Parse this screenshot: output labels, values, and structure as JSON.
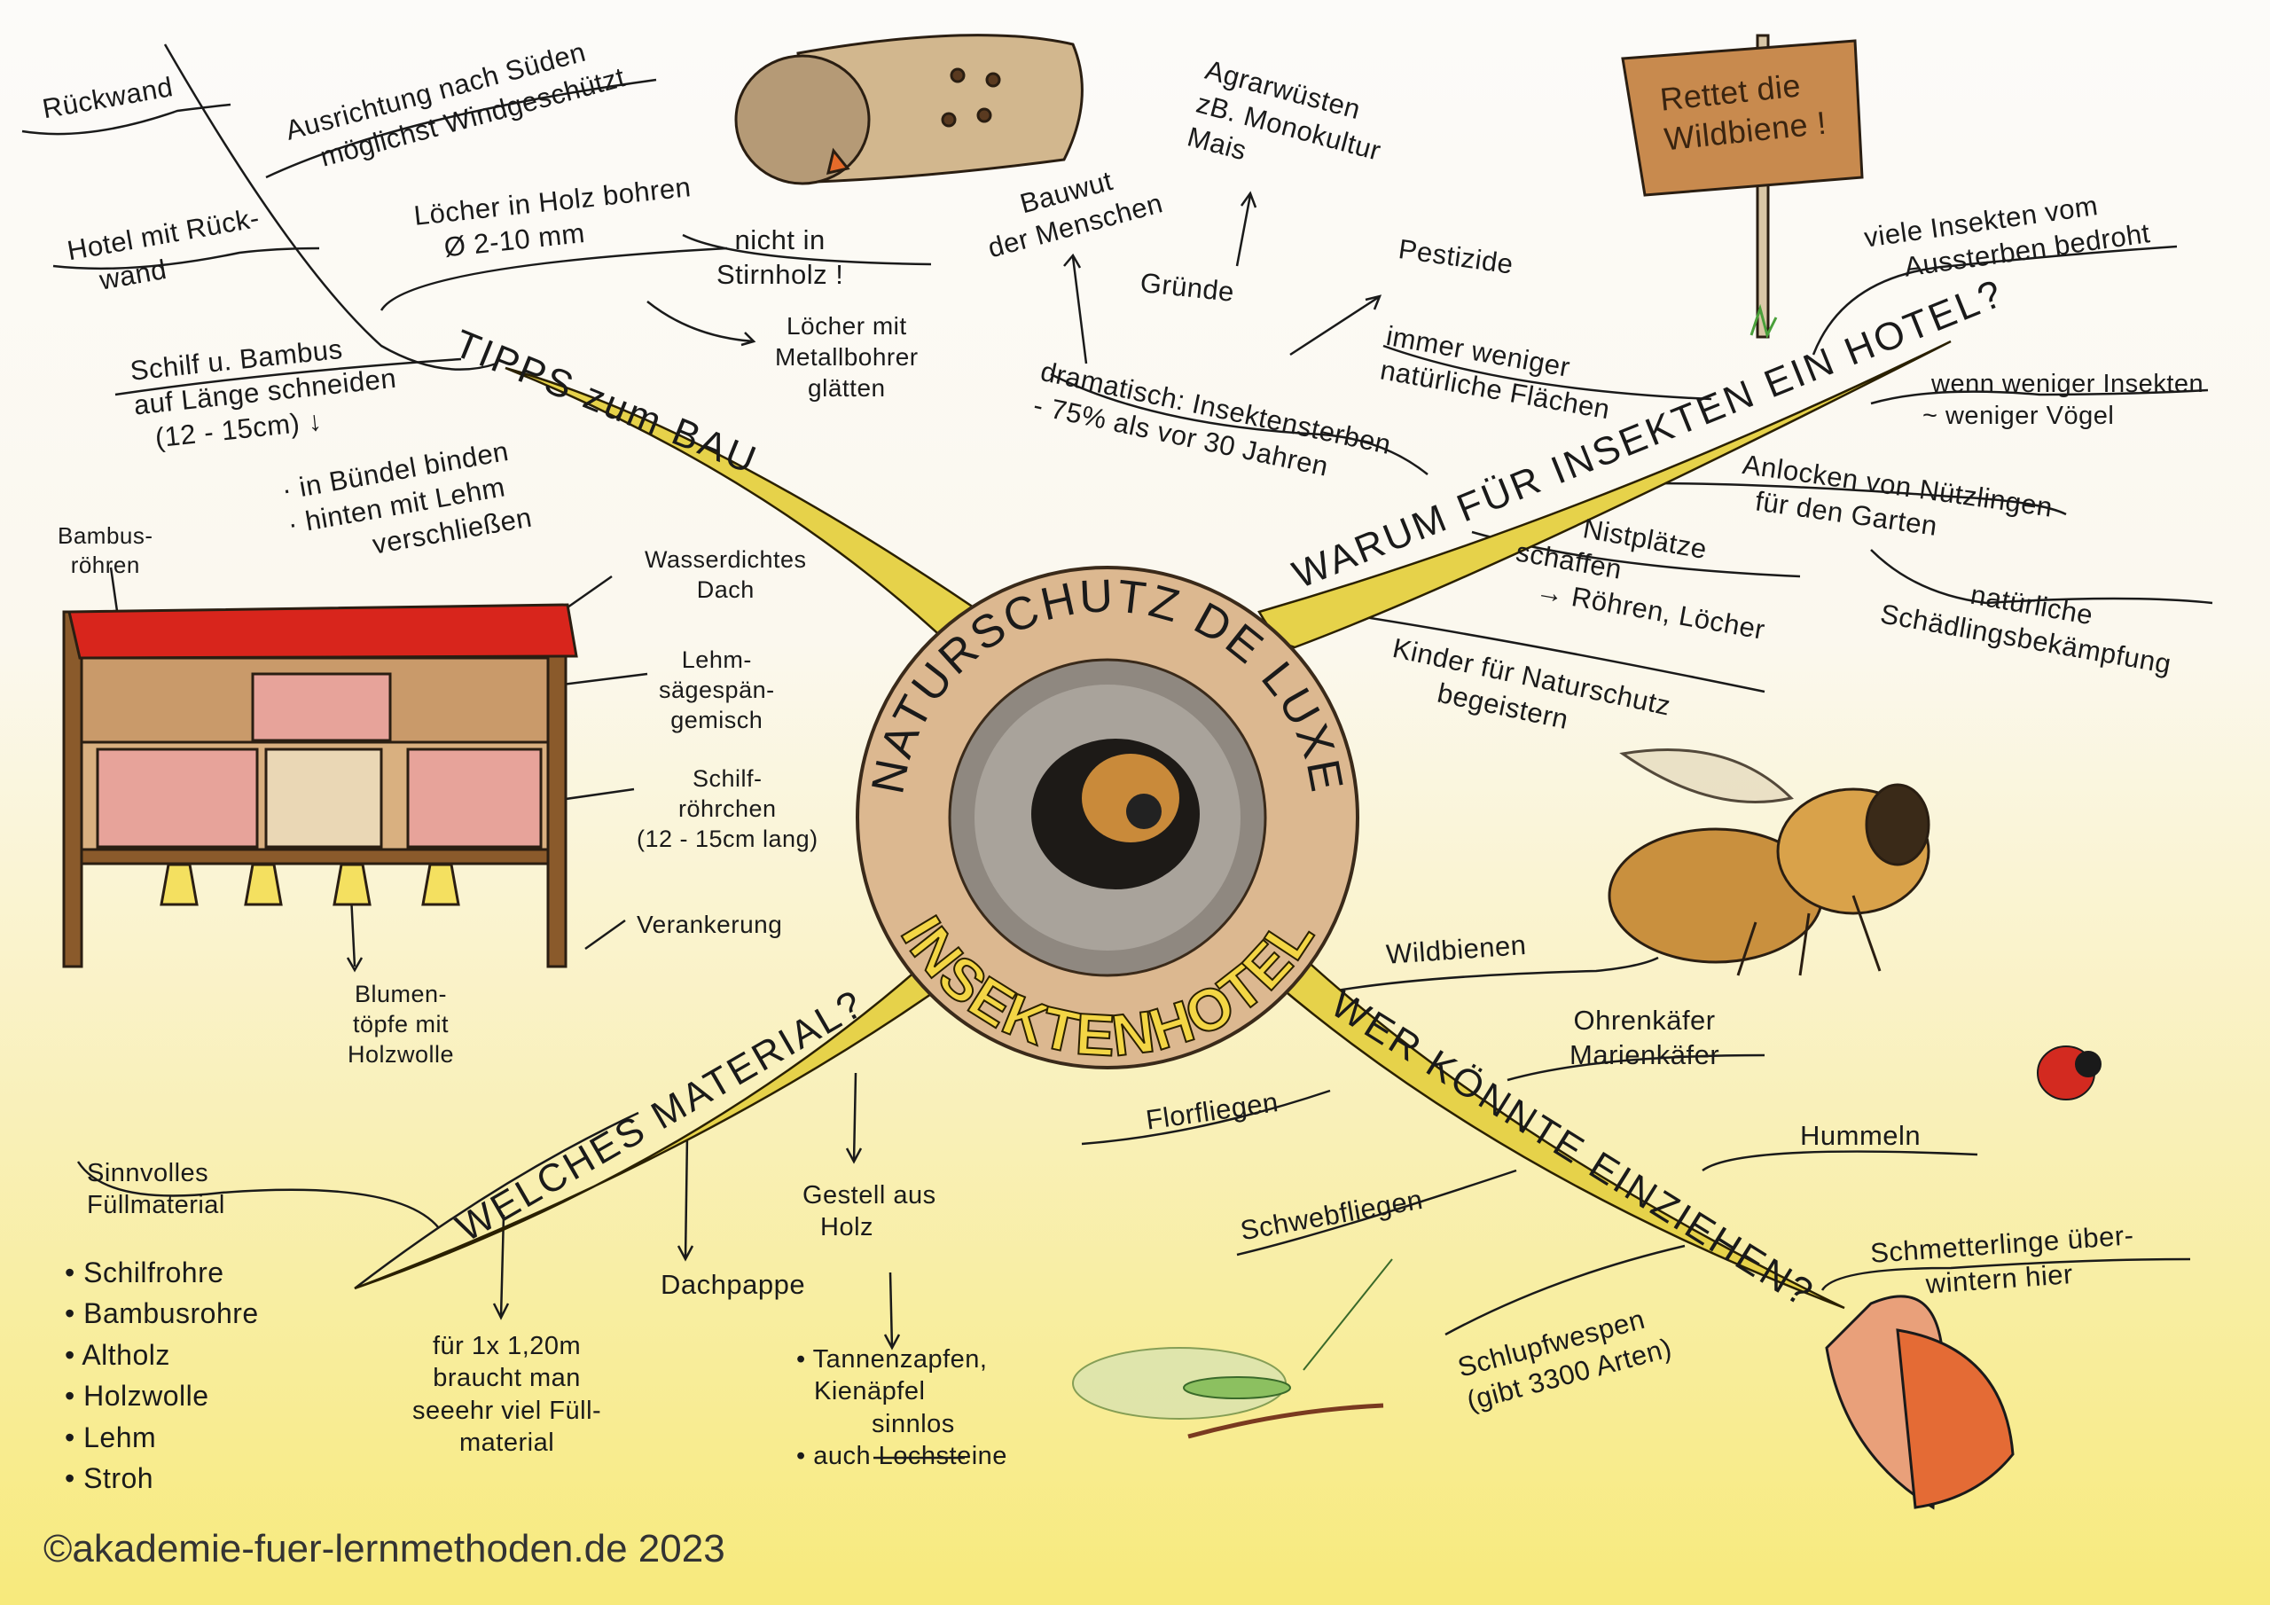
{
  "center": {
    "top_arc": "NATURSCHUTZ DE LUXE",
    "bottom_arc": "INSEKTENHOTEL"
  },
  "sign": {
    "line1": "Rettet die",
    "line2": "Wildbiene !"
  },
  "tipps": {
    "title": "TIPPS zum BAU",
    "rueckwand": "Rückwand",
    "ausrichtung": [
      "Ausrichtung nach Süden",
      "möglichst Windgeschützt"
    ],
    "hotel_rueckwand": [
      "Hotel mit Rück-",
      "wand"
    ],
    "loecher": [
      "Löcher in Holz bohren",
      "Ø 2-10 mm"
    ],
    "nicht_stirnholz": [
      "nicht in",
      "Stirnholz !"
    ],
    "metallbohrer": [
      "Löcher mit",
      "Metallbohrer",
      "glätten"
    ],
    "schilf": [
      "Schilf u. Bambus",
      "auf Länge schneiden",
      "(12 - 15cm) ↓"
    ],
    "buendel": [
      "· in Bündel binden",
      "· hinten mit Lehm",
      "verschließen"
    ],
    "bambusroehren": [
      "Bambus-",
      "röhren"
    ],
    "dach": [
      "Wasserdichtes",
      "Dach"
    ],
    "lehm": [
      "Lehm-",
      "sägespän-",
      "gemisch"
    ],
    "schilfroehrchen": [
      "Schilf-",
      "röhrchen",
      "(12 - 15cm lang)"
    ],
    "verankerung": "Verankerung",
    "blumentoepfe": [
      "Blumen-",
      "töpfe mit",
      "Holzwolle"
    ]
  },
  "warum": {
    "title": "WARUM FÜR INSEKTEN EIN HOTEL?",
    "agrar": [
      "Agrarwüsten",
      "zB. Monokultur",
      "Mais"
    ],
    "bauwut": [
      "Bauwut",
      "der Menschen"
    ],
    "gruende": "Gründe",
    "pestizide": "Pestizide",
    "flaechen": [
      "immer weniger",
      "natürliche Flächen"
    ],
    "dramatisch": [
      "dramatisch: Insektensterben",
      "- 75% als vor 30 Jahren"
    ],
    "aussterben": [
      "viele Insekten vom",
      "Aussterben bedroht"
    ],
    "voegel": [
      "wenn weniger Insekten",
      "~ weniger Vögel"
    ],
    "nuetzlinge": [
      "Anlocken von Nützlingen",
      "für den Garten"
    ],
    "schaedlinge": [
      "natürliche",
      "Schädlingsbekämpfung"
    ],
    "nistplaetze": [
      "Nistplätze",
      "schaffen",
      "→ Röhren, Löcher"
    ],
    "kinder": [
      "Kinder für Naturschutz",
      "begeistern"
    ]
  },
  "wer": {
    "title": "WER KÖNNTE EINZIEHEN?",
    "wildbienen": "Wildbienen",
    "kaefer": [
      "Ohrenkäfer",
      "Marienkäfer"
    ],
    "florfliegen": "Florfliegen",
    "hummeln": "Hummeln",
    "schwebfliegen": "Schwebfliegen",
    "schlupfwespen": [
      "Schlupfwespen",
      "(gibt 3300 Arten)"
    ],
    "schmetterlinge": [
      "Schmetterlinge über-",
      "wintern hier"
    ]
  },
  "material": {
    "title": "WELCHES MATERIAL?",
    "fuell": [
      "Sinnvolles",
      "Füllmaterial"
    ],
    "list": [
      "• Schilfrohre",
      "• Bambusrohre",
      "• Altholz",
      "• Holzwolle",
      "• Lehm",
      "• Stroh"
    ],
    "menge": [
      "für 1x 1,20m",
      "braucht man",
      "seeehr viel Füll-",
      "material"
    ],
    "dachpappe": "Dachpappe",
    "gestell": [
      "Gestell aus",
      "Holz"
    ],
    "tannen": [
      "• Tannenzapfen,",
      "Kienäpfel",
      "sinnlos",
      "• auch Lochsteine"
    ]
  },
  "copyright": "©akademie-fuer-lernmethoden.de 2023",
  "colors": {
    "branch": "#e8d44a",
    "ring": "#d8b48c",
    "roof": "#d8251c",
    "wood": "#8a5a2b"
  }
}
